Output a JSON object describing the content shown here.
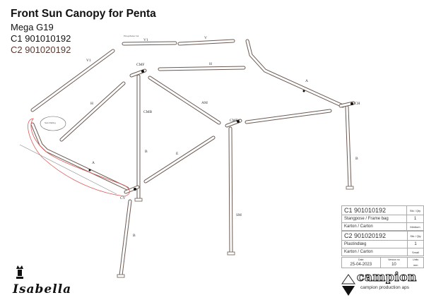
{
  "header": {
    "title": "Front Sun Canopy for Penta",
    "model": "Mega G19",
    "c1": "C1 901010192",
    "c2": "C2 901020192"
  },
  "diagram_labels": {
    "v1_top": "V1",
    "v_top": "V",
    "h_top": "H",
    "a_right": "A",
    "am": "AM",
    "cmf_left": "CMF",
    "cmb": "CMB",
    "cmf_mid": "CMF",
    "ch": "CH",
    "cv": "CV",
    "b_left": "B",
    "e": "E",
    "sm": "SM",
    "b_right": "B",
    "b_low": "B",
    "v1_left": "V1",
    "h_left": "H",
    "a_left": "A",
    "note_top": "Pinup/Anker hul",
    "note_bubble": "Sew Railing"
  },
  "parts_table": {
    "c1": {
      "header": "C1 901010192",
      "qty_header": "Stk / Qty",
      "rows": [
        {
          "name": "Stangpose / Frame bag",
          "qty": "1"
        },
        {
          "name": "Karton / Carton",
          "qty": "Medium"
        }
      ]
    },
    "c2": {
      "header": "C2 901020192",
      "qty_header": "Stk / Qty",
      "rows": [
        {
          "name": "Plastindlæg",
          "qty": "1"
        },
        {
          "name": "Karton / Carton",
          "qty": "Small"
        }
      ]
    },
    "footer": {
      "date_label": "Date",
      "date": "25-04-2023",
      "version_label": "Version no",
      "version": "10",
      "units_label": "Units",
      "units": "mm"
    }
  },
  "logos": {
    "brand_left": "Isabella",
    "brand_right": "campion",
    "brand_right_sub": "campion production aps"
  },
  "colors": {
    "highlight": "#e05a5a",
    "pole": "#6a5a52"
  }
}
